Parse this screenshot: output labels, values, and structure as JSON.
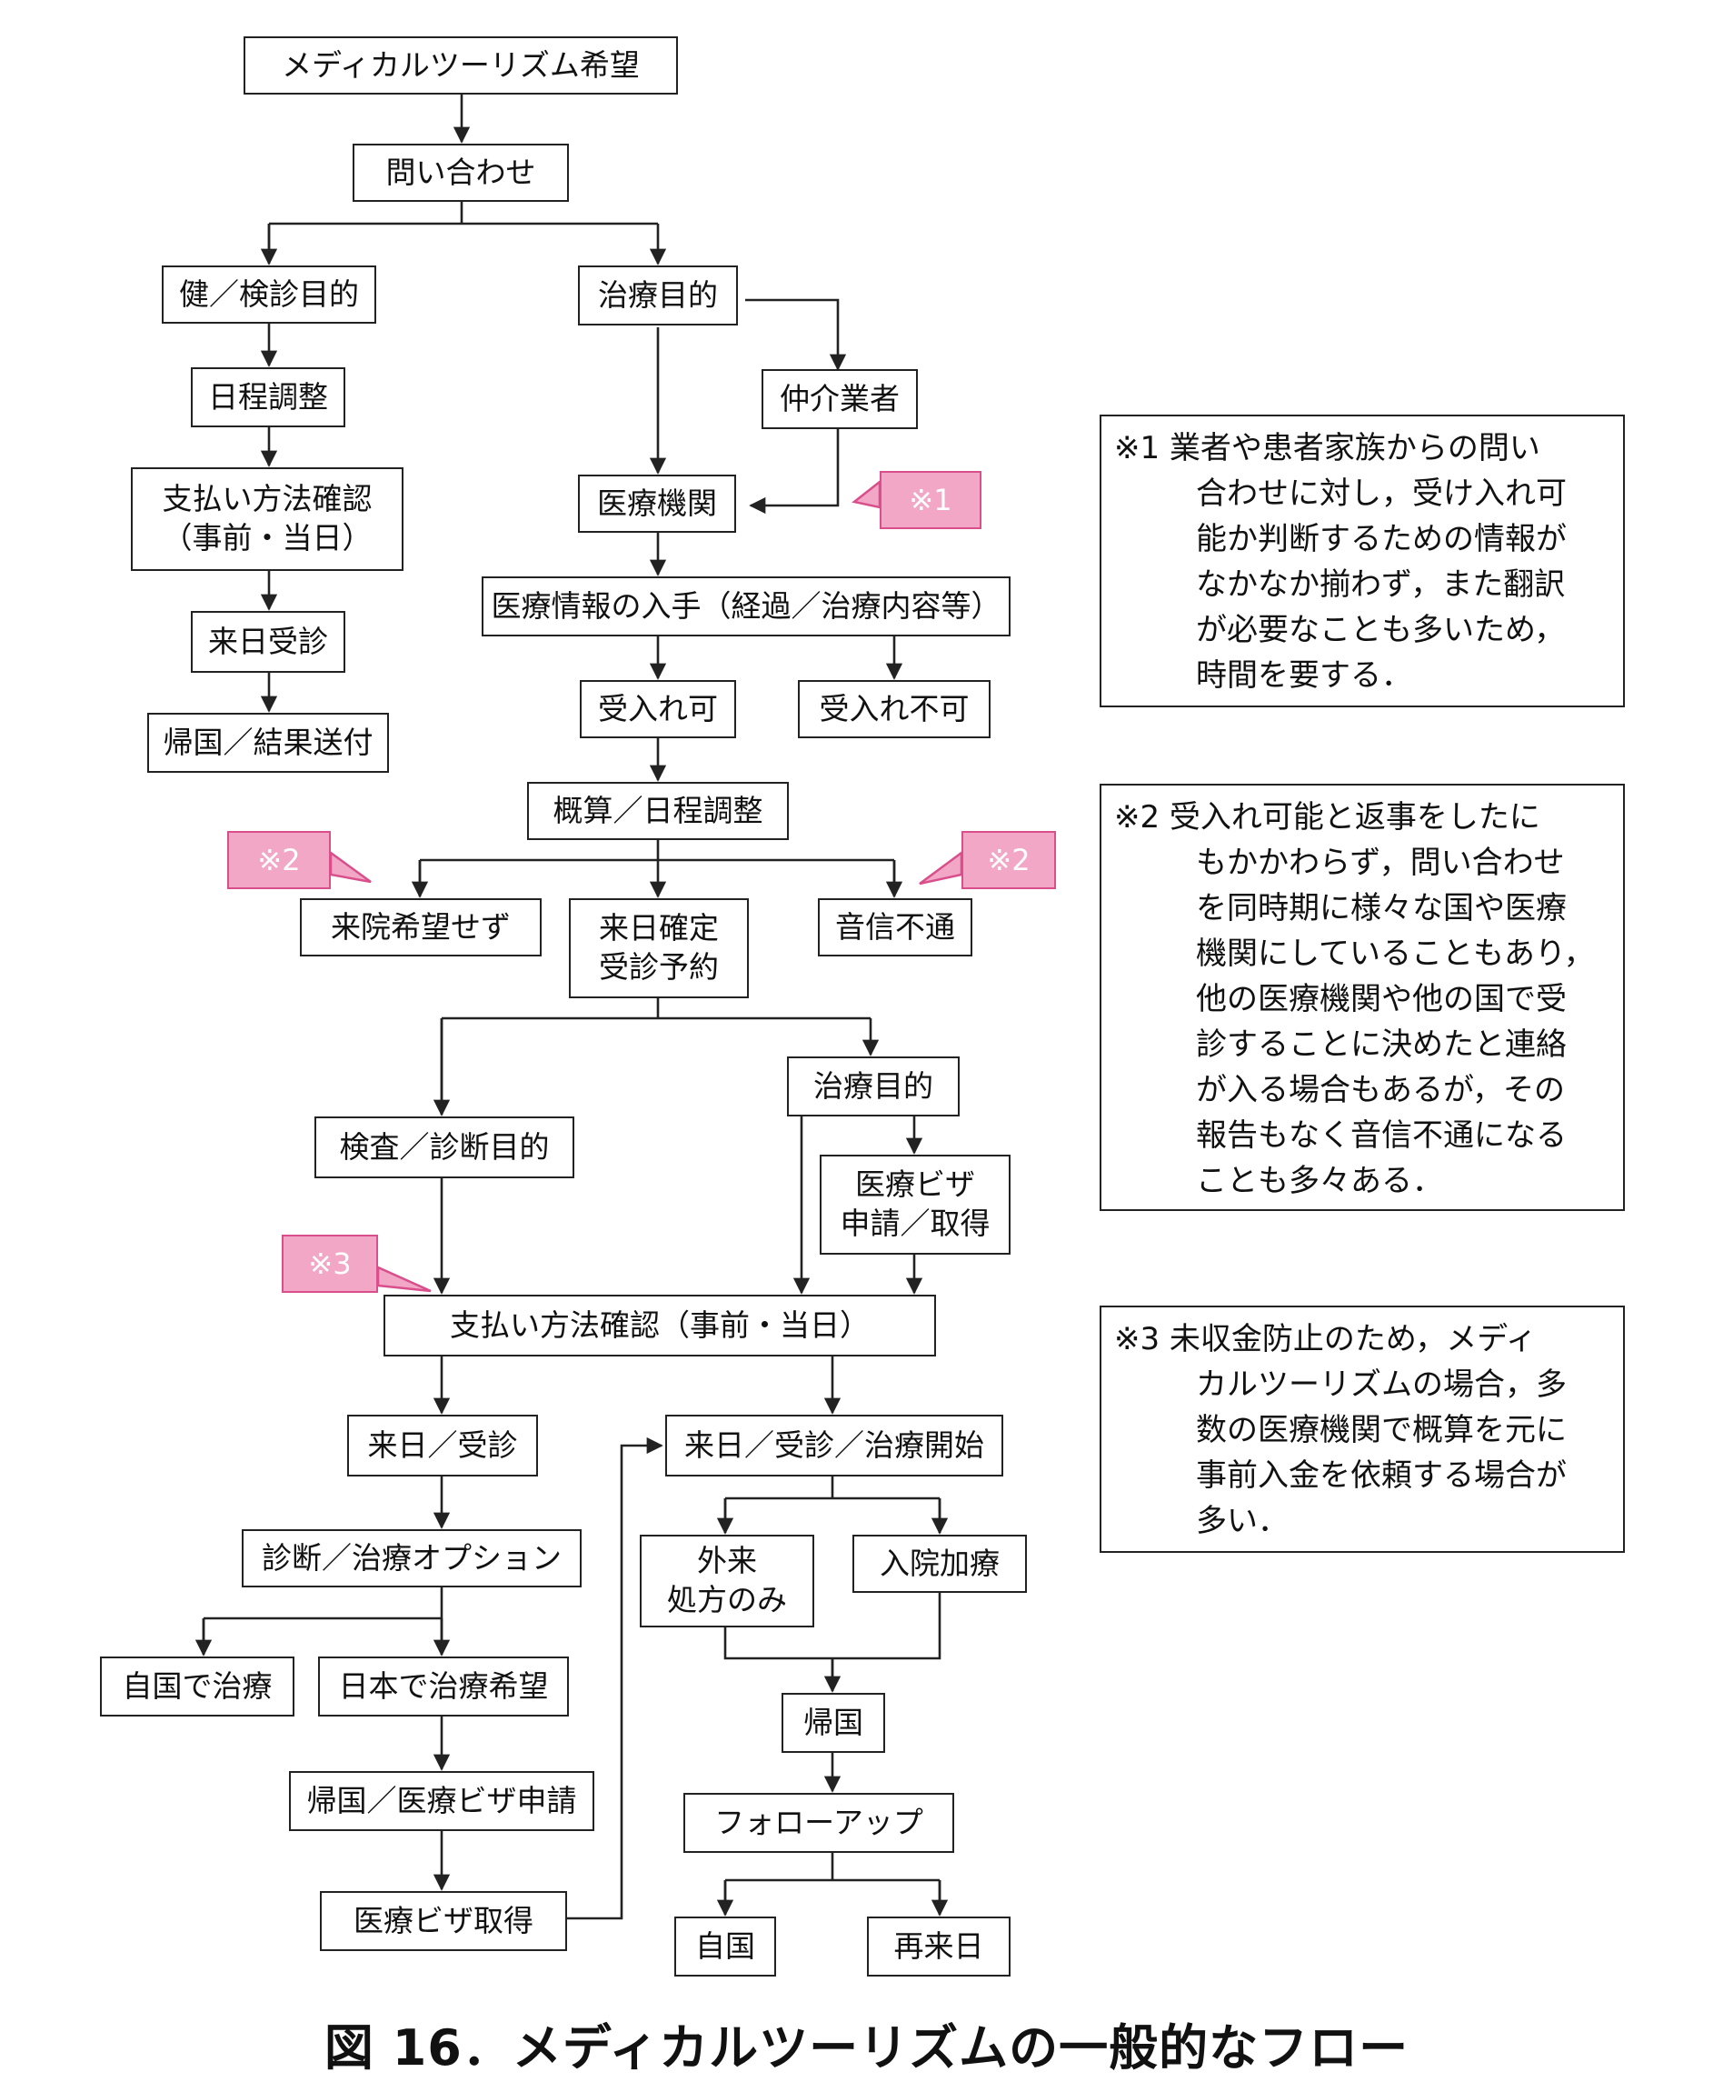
{
  "flow": {
    "start": "メディカルツーリズム希望",
    "inquiry": "問い合わせ",
    "left": {
      "purpose": "健／検診目的",
      "schedule": "日程調整",
      "payment": "支払い方法確認\n（事前・当日）",
      "visit": "来日受診",
      "return": "帰国／結果送付"
    },
    "right": {
      "purpose": "治療目的",
      "broker": "仲介業者",
      "hospital": "医療機関",
      "info": "医療情報の入手（経過／治療内容等）",
      "accept": "受入れ可",
      "reject": "受入れ不可",
      "estimate": "概算／日程調整",
      "no_visit": "来院希望せず",
      "confirm": "来日確定\n受診予約",
      "no_contact": "音信不通"
    },
    "lower": {
      "exam": "検査／診断目的",
      "treatment": "治療目的",
      "visa_apply": "医療ビザ\n申請／取得",
      "payment": "支払い方法確認（事前・当日）",
      "visit": "来日／受診",
      "options": "診断／治療オプション",
      "home_treatment": "自国で治療",
      "japan_treatment": "日本で治療希望",
      "visa_return": "帰国／医療ビザ申請",
      "visa_get": "医療ビザ取得",
      "visit_start": "来日／受診／治療開始",
      "outpatient": "外来\n処方のみ",
      "inpatient": "入院加療",
      "go_home": "帰国",
      "followup": "フォローアップ",
      "home_country": "自国",
      "revisit": "再来日"
    }
  },
  "tags": {
    "t1": "※1",
    "t2": "※2",
    "t3": "※3"
  },
  "notes": {
    "n1": [
      "※1 業者や患者家族からの問い",
      "合わせに対し，受け入れ可",
      "能か判断するための情報が",
      "なかなか揃わず，また翻訳",
      "が必要なことも多いため，",
      "時間を要する．"
    ],
    "n2": [
      "※2 受入れ可能と返事をしたに",
      "もかかわらず，問い合わせ",
      "を同時期に様々な国や医療",
      "機関にしていることもあり，",
      "他の医療機関や他の国で受",
      "診することに決めたと連絡",
      "が入る場合もあるが，その",
      "報告もなく音信不通になる",
      "ことも多々ある．"
    ],
    "n3": [
      "※3 未収金防止のため，メディ",
      "カルツーリズムの場合，多",
      "数の医療機関で概算を元に",
      "事前入金を依頼する場合が",
      "多い．"
    ]
  },
  "caption": "図 16．メディカルツーリズムの一般的なフロー",
  "colors": {
    "tag_fill": "#f2a7c6",
    "tag_border": "#d94f8c",
    "line": "#222222"
  }
}
